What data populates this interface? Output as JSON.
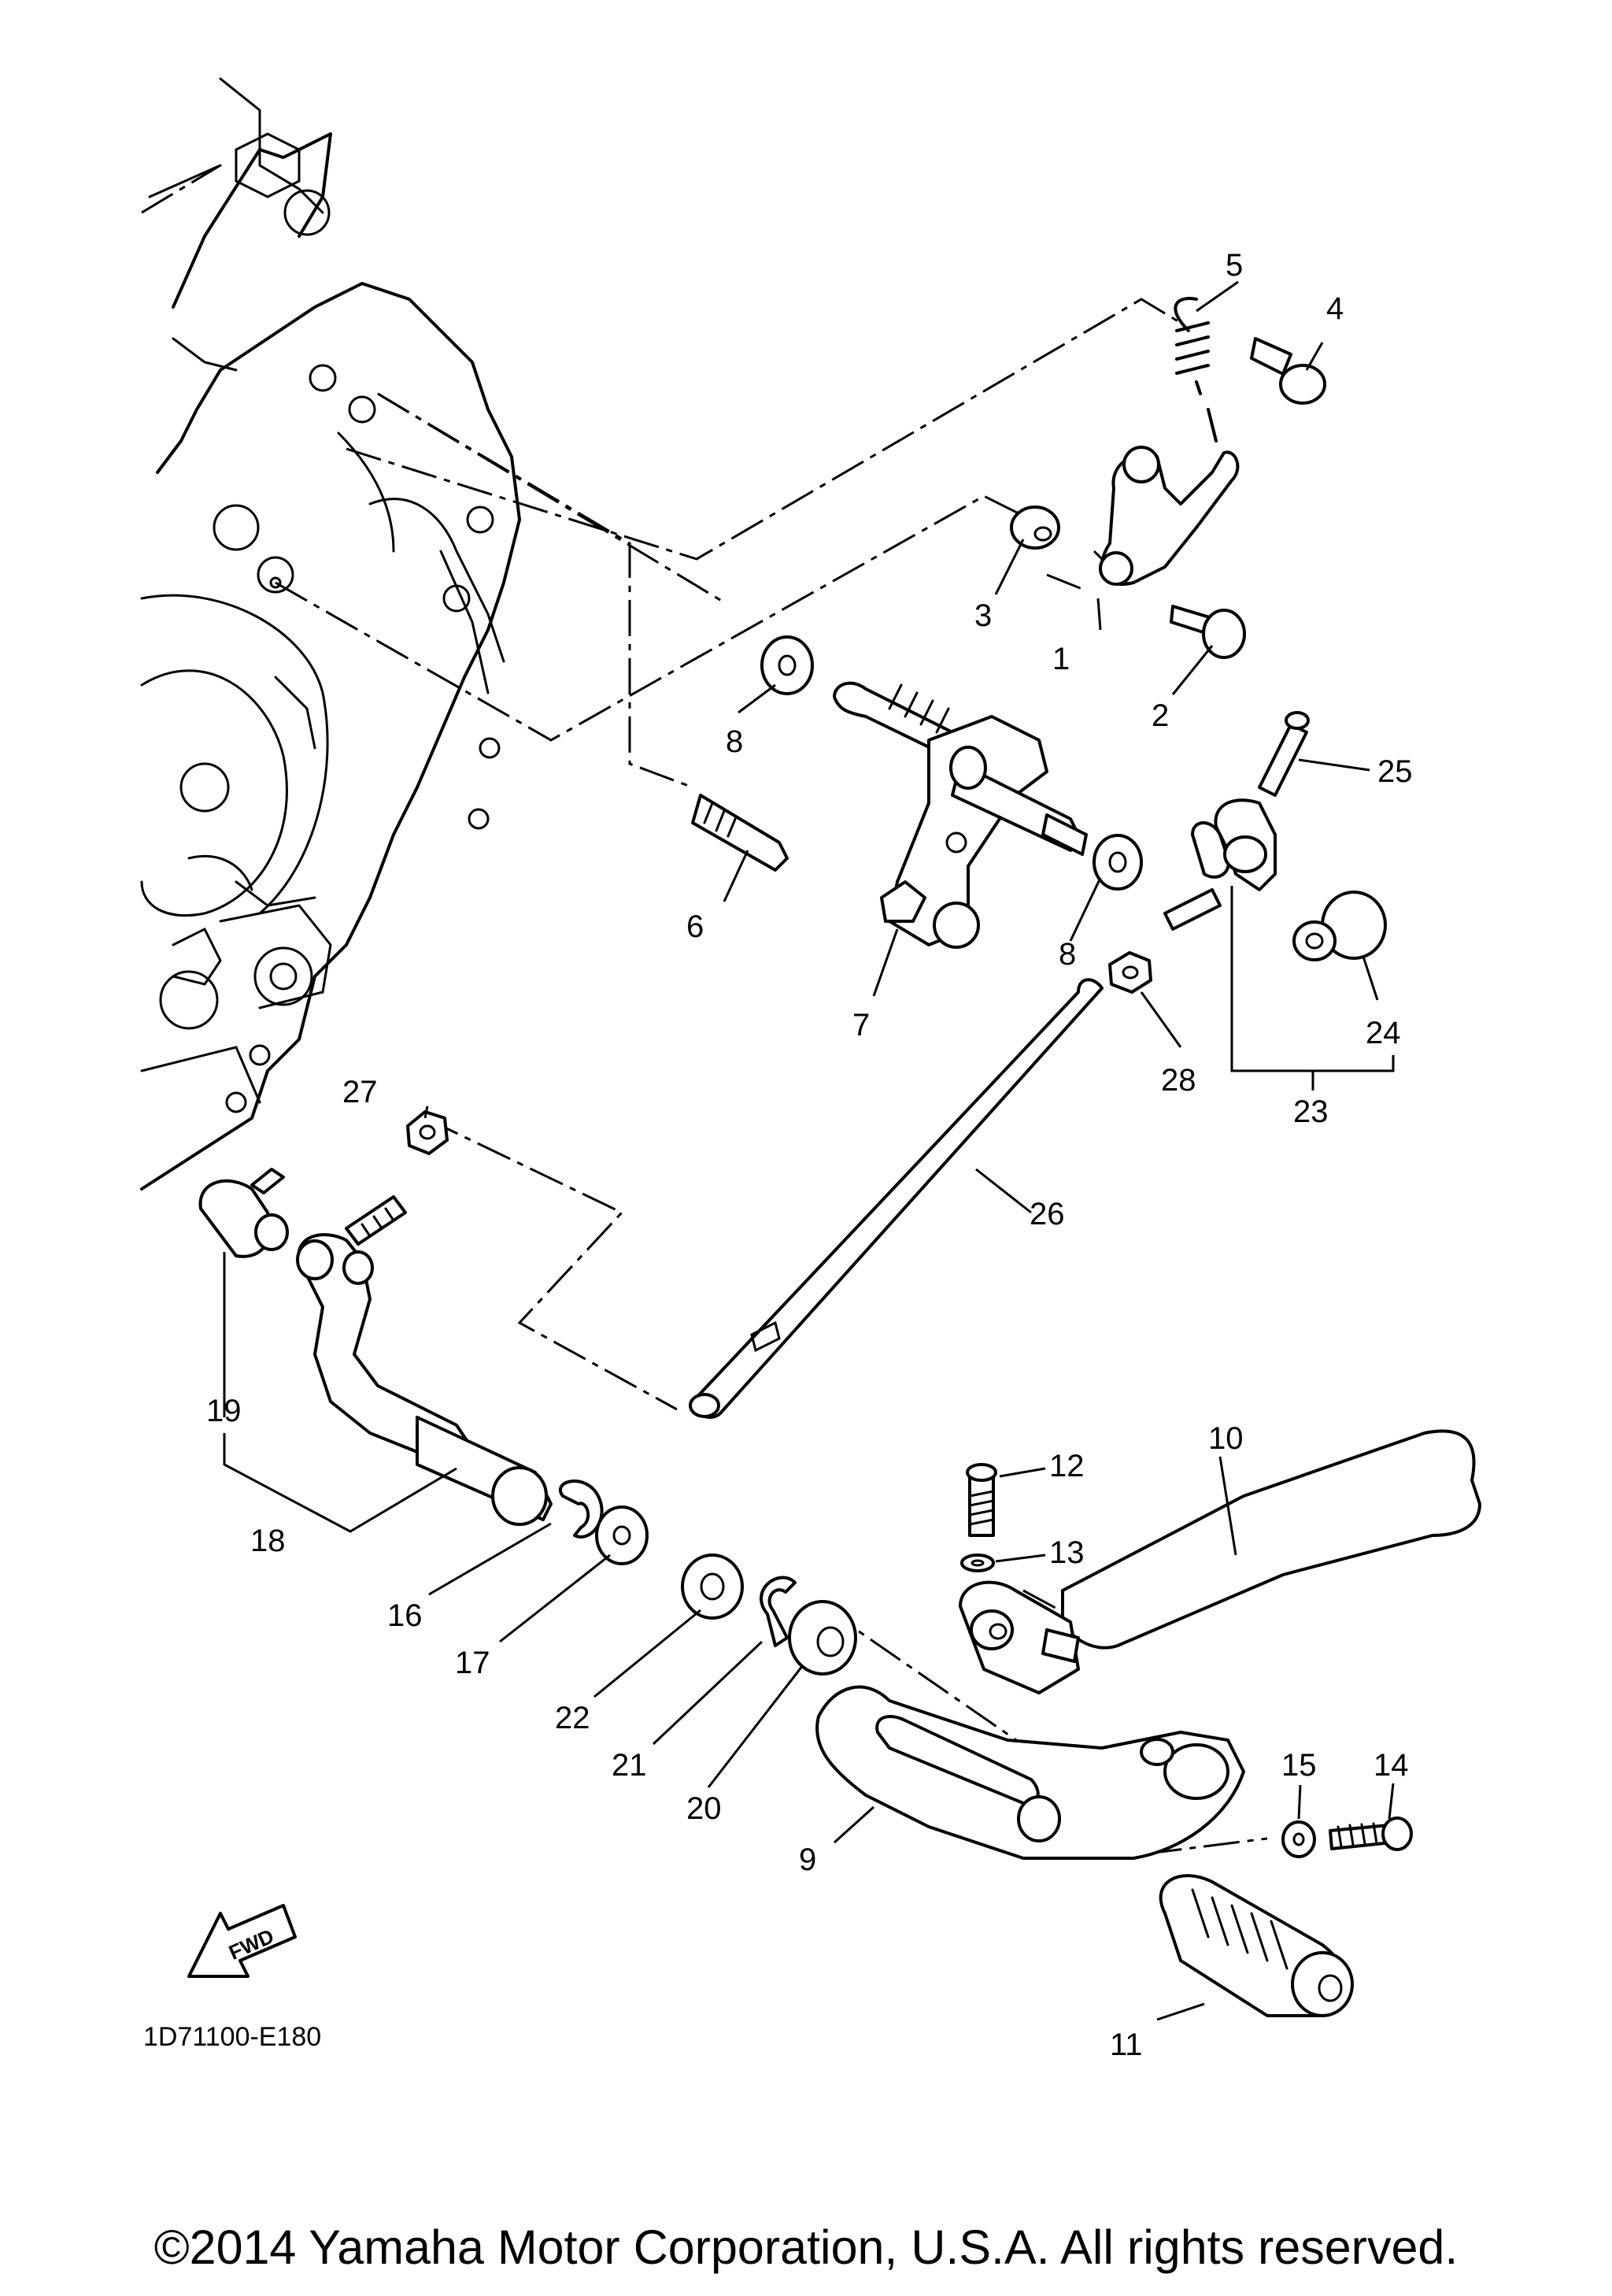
{
  "diagram": {
    "code": "1D71100-E180",
    "copyright": "©2014 Yamaha Motor Corporation, U.S.A. All rights reserved.",
    "direction_marker": "FWD",
    "callouts": [
      "1",
      "2",
      "3",
      "4",
      "5",
      "6",
      "7",
      "8",
      "8",
      "9",
      "10",
      "11",
      "12",
      "13",
      "14",
      "15",
      "16",
      "17",
      "18",
      "19",
      "20",
      "21",
      "22",
      "23",
      "24",
      "25",
      "26",
      "27",
      "28"
    ]
  }
}
